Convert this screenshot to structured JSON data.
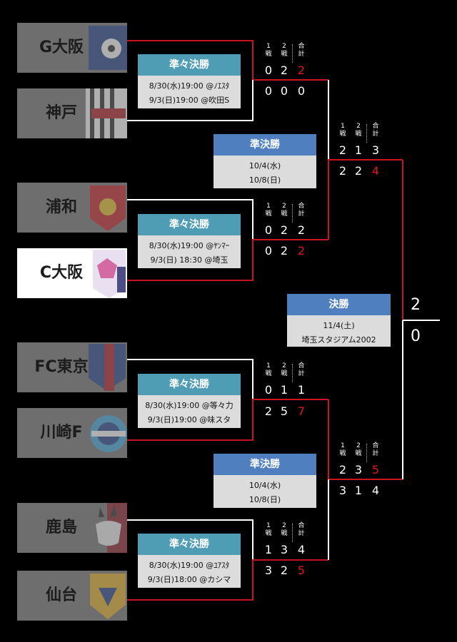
{
  "teams": [
    {
      "name": "G大阪"
    },
    {
      "name": "神戸"
    },
    {
      "name": "浦和"
    },
    {
      "name": "C大阪"
    },
    {
      "name": "FC東京"
    },
    {
      "name": "川崎F"
    },
    {
      "name": "鹿島"
    },
    {
      "name": "仙台"
    }
  ],
  "col_labels": {
    "leg1": "1戦",
    "leg2": "2戦",
    "total": "合計"
  },
  "quarterfinals": [
    {
      "title": "準々決勝",
      "line1": "8/30(水)19:00 @ﾉｴｽﾀ",
      "line2": "9/3(日)19:00 @吹田S",
      "top": [
        "0",
        "2",
        "2"
      ],
      "bottom": [
        "0",
        "0",
        "0"
      ]
    },
    {
      "title": "準々決勝",
      "line1": "8/30(水)19:00 @ﾔﾝﾏｰ",
      "line2": "9/3(日) 18:30 @埼玉",
      "top": [
        "0",
        "2",
        "2"
      ],
      "bottom": [
        "0",
        "2",
        "2"
      ]
    },
    {
      "title": "準々決勝",
      "line1": "8/30(水)19:00 @等々力",
      "line2": "9/3(日)19:00 @味スタ",
      "top": [
        "0",
        "1",
        "1"
      ],
      "bottom": [
        "2",
        "5",
        "7"
      ]
    },
    {
      "title": "準々決勝",
      "line1": "8/30(水)19:00 @ﾕｱｽﾀ",
      "line2": "9/3(日)18:00 @カシマ",
      "top": [
        "1",
        "3",
        "4"
      ],
      "bottom": [
        "3",
        "2",
        "5"
      ]
    }
  ],
  "semifinals": [
    {
      "title": "準決勝",
      "line1": "10/4(水)",
      "line2": "10/8(日)",
      "top": [
        "2",
        "1",
        "3"
      ],
      "bottom": [
        "2",
        "2",
        "4"
      ]
    },
    {
      "title": "準決勝",
      "line1": "10/4(水)",
      "line2": "10/8(日)",
      "top": [
        "2",
        "3",
        "5"
      ],
      "bottom": [
        "3",
        "1",
        "4"
      ]
    }
  ],
  "final": {
    "title": "決勝",
    "line1": "11/4(土)",
    "line2": "埼玉スタジアム2002",
    "top": "2",
    "bottom": "0"
  },
  "colors": {
    "winner_line": "#c8141e",
    "line": "#ffffff",
    "winner_score": "#e1141e"
  }
}
